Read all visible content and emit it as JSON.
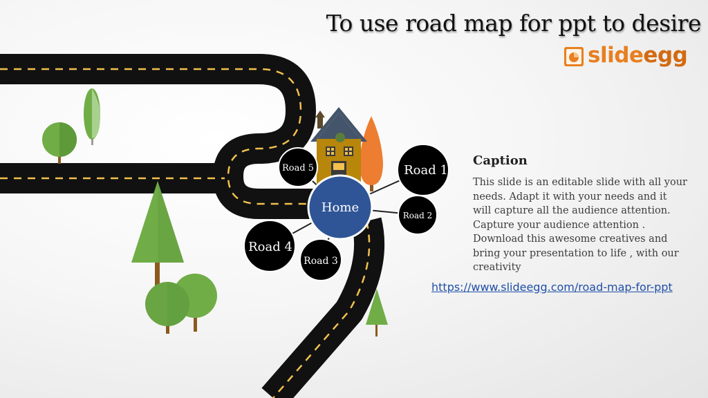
{
  "title": "To use road map for ppt to desire",
  "logo": {
    "text_part1": "slide",
    "text_part2": "egg",
    "brand_color": "#e87f1f"
  },
  "diagram": {
    "center": "Home",
    "nodes": [
      "Road 1",
      "Road 2",
      "Road 3",
      "Road 4",
      "Road 5"
    ],
    "colors": {
      "center": "#2f5597",
      "nodes": "#000000",
      "road": "#111111",
      "dash": "#f2c14e",
      "tree": "#70ad47",
      "house": "#b8860b",
      "accent_tree": "#ed7d31"
    }
  },
  "caption": {
    "title": "Caption",
    "body": "This slide is an editable slide with all your needs. Adapt it with your needs and it will capture all the audience attention. Capture your audience attention . Download this awesome creatives and bring your presentation to life , with our creativity"
  },
  "link": "https://www.slideegg.com/road-map-for-ppt"
}
